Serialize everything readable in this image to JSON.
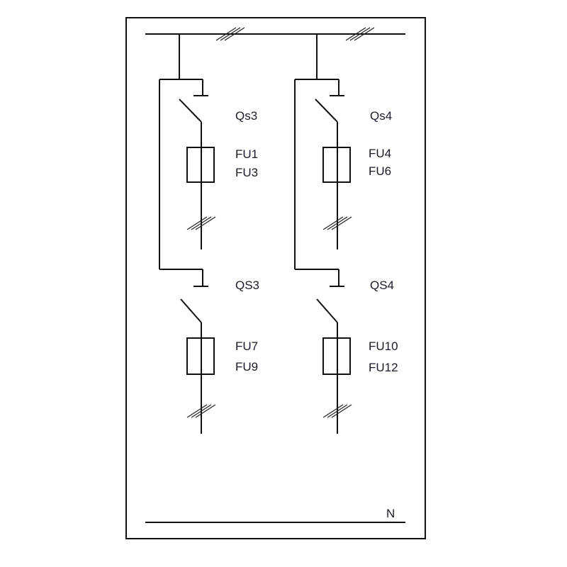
{
  "diagram": {
    "branches": [
      {
        "upper_switch": "Qs3",
        "upper_fuses": [
          "FU1",
          "FU3"
        ],
        "lower_switch": "QS3",
        "lower_fuses": [
          "FU7",
          "FU9"
        ]
      },
      {
        "upper_switch": "Qs4",
        "upper_fuses": [
          "FU4",
          "FU6"
        ],
        "lower_switch": "QS4",
        "lower_fuses": [
          "FU10",
          "FU12"
        ]
      }
    ],
    "neutral_label": "N"
  }
}
